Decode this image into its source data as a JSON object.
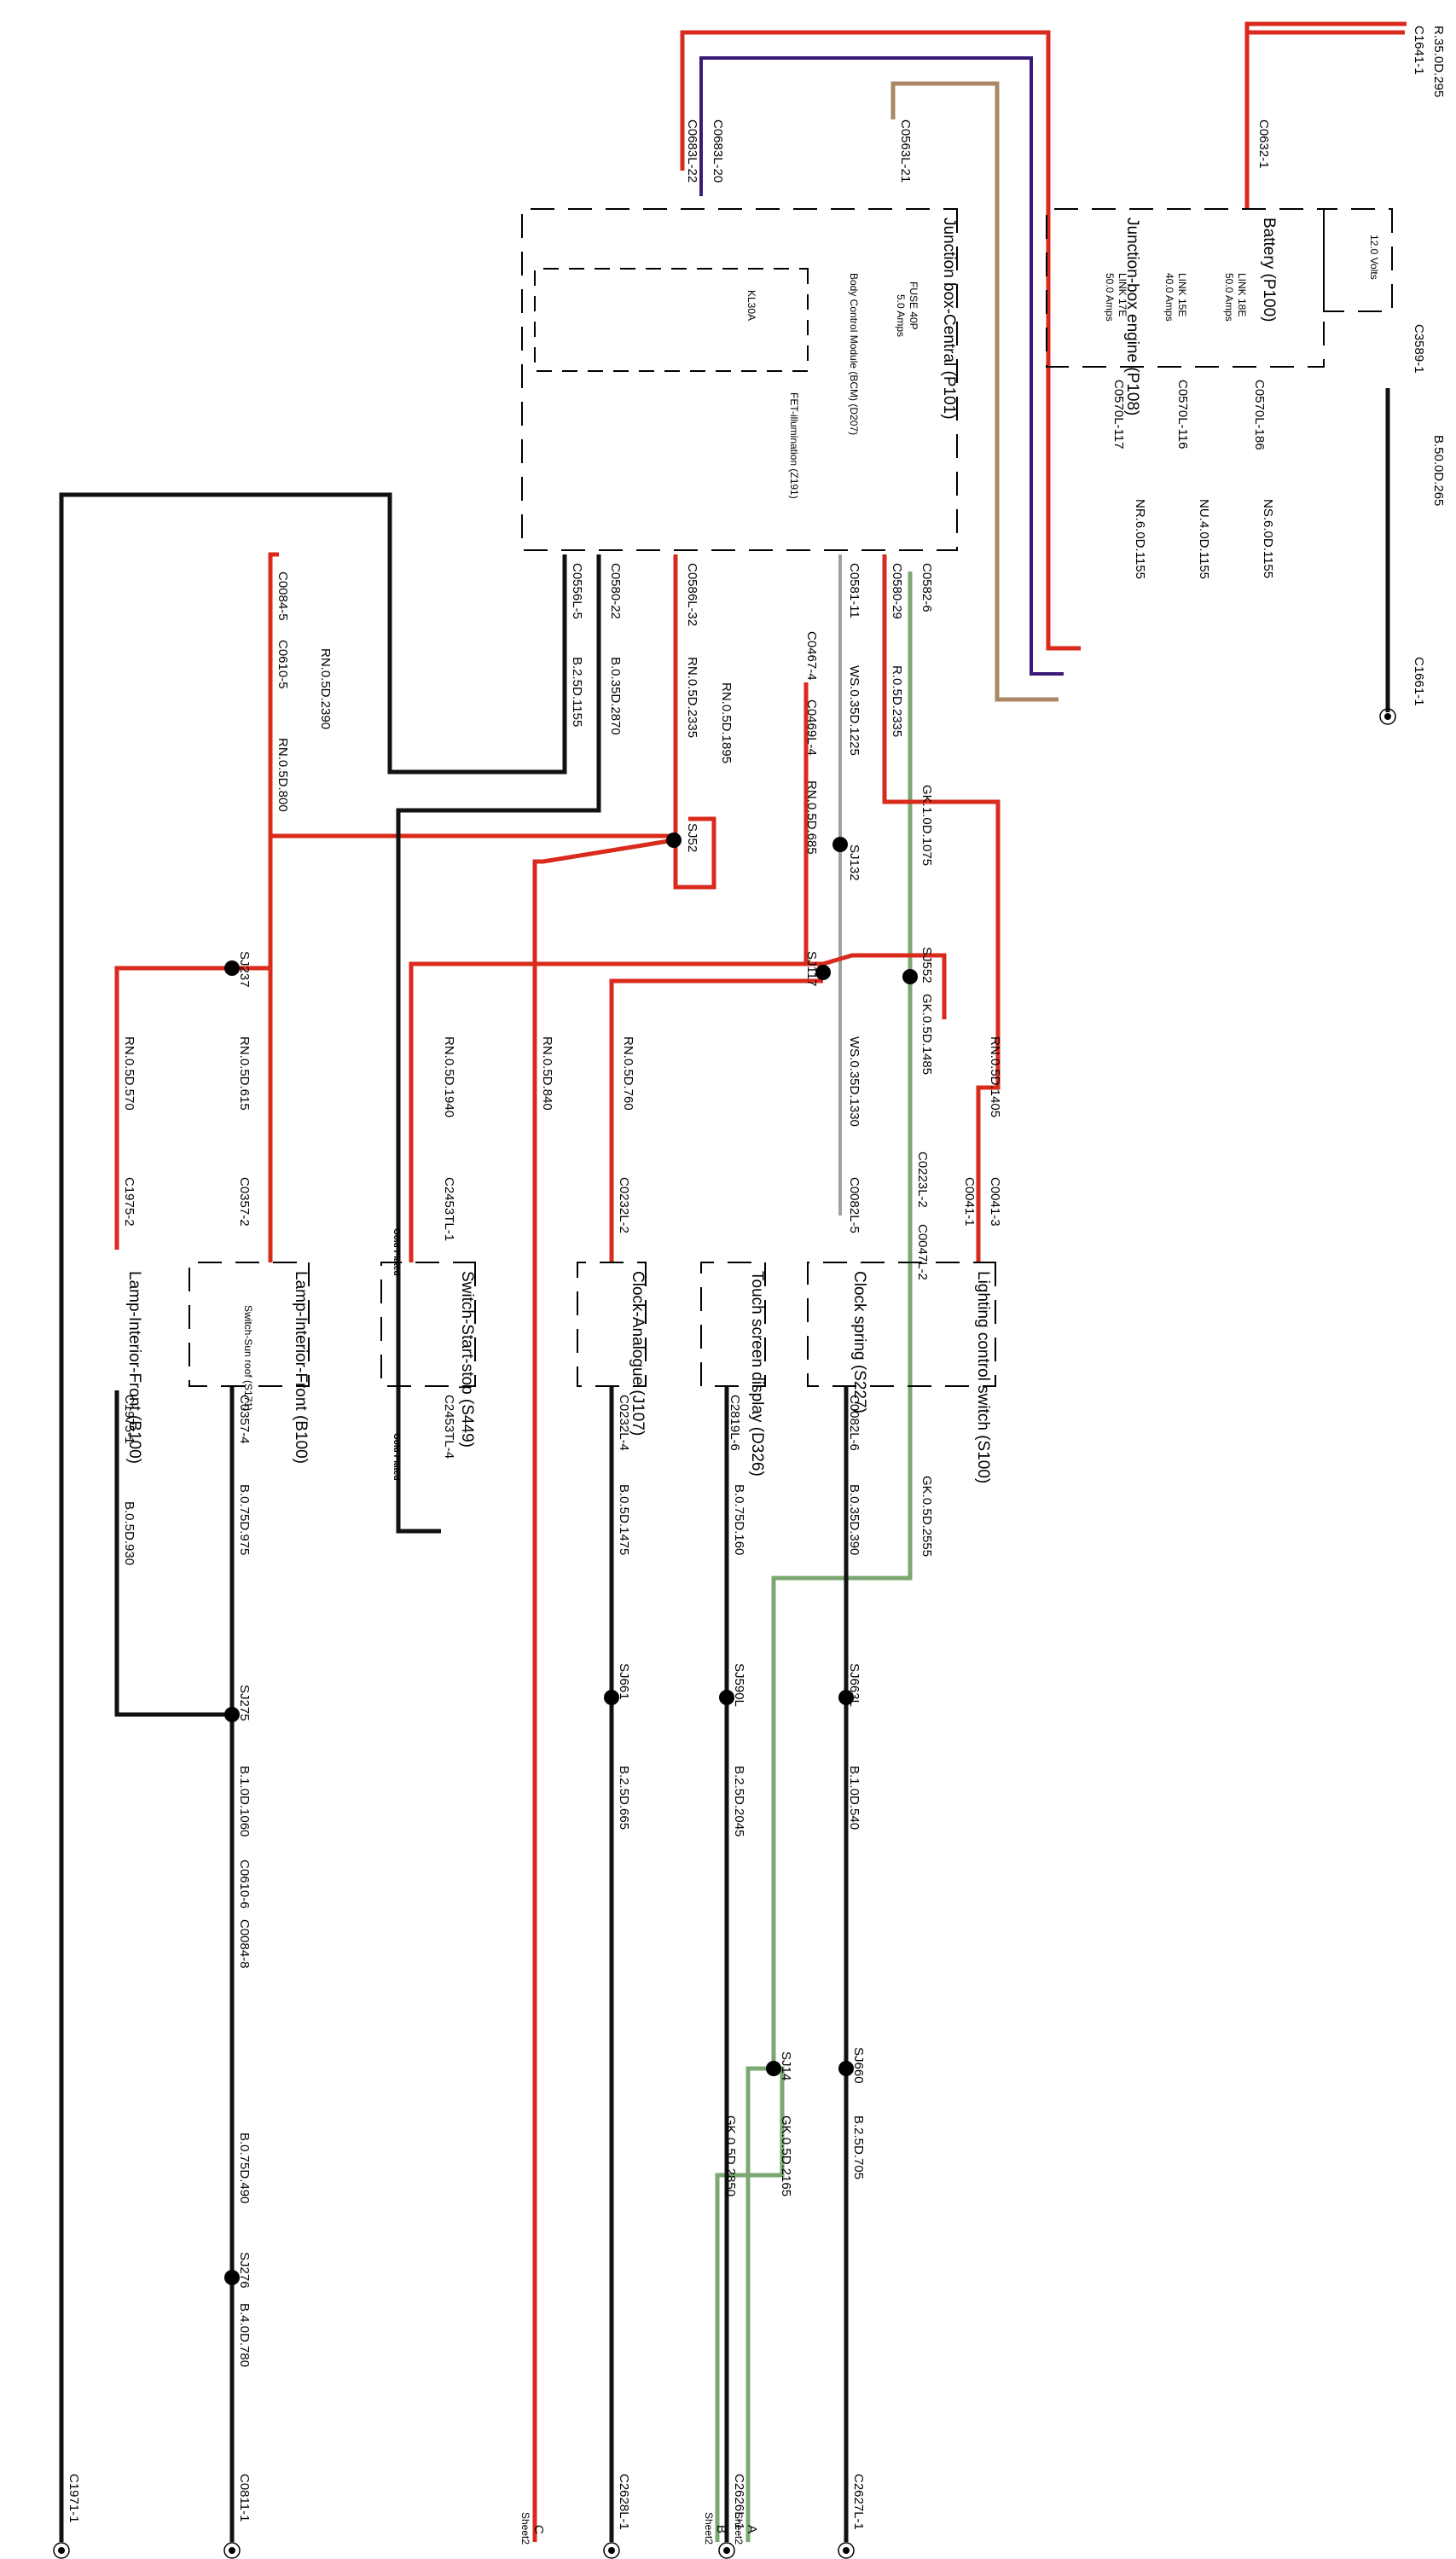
{
  "components": {
    "battery": "Battery (P100)",
    "battery_volts": "12.0 Volts",
    "jb_engine": "Junction-box engine (P108)",
    "link_18e": "LINK 18E",
    "link_18e_amps": "50.0 Amps",
    "link_15e": "LINK 15E",
    "link_15e_amps": "40.0 Amps",
    "link_17e": "LINK 17E",
    "link_17e_amps": "50.0 Amps",
    "jb_central": "Junction box-Central (P101)",
    "fuse_40p": "FUSE 40P",
    "fuse_40p_amps": "5.0 Amps",
    "bcm": "Body Control Module (BCM) (D207)",
    "kl30a": "KL30A",
    "fet": "FET-illumination (Z191)",
    "lighting_switch": "Lighting control switch (S100)",
    "clock_spring": "Clock spring (S227)",
    "touch_display": "Touch screen display (D326)",
    "clock_analogue": "Clock-Analogue (J107)",
    "switch_start": "Switch-Start-stop (S449)",
    "gold_plated": "Gold Plated",
    "lamp_front_a": "Lamp-Interior-Front (B100)",
    "lamp_front_b": "Lamp-Interior-Front (B100)",
    "sunroof_switch": "Switch-Sun roof (S171)"
  },
  "connectors": {
    "c1641_1": "C1641-1",
    "c3589_1": "C3589-1",
    "c1661_1": "C1661-1",
    "c0632_1": "C0632-1",
    "c0570l_186": "C0570L-186",
    "c0570l_116": "C0570L-116",
    "c0570l_117": "C0570L-117",
    "c0683l_22": "C0683L-22",
    "c0683l_20": "C0683L-20",
    "c0563l_21": "C0563L-21",
    "c0582_6": "C0582-6",
    "c0580_29": "C0580-29",
    "c0581_11": "C0581-11",
    "c0586l_32": "C0586L-32",
    "c0580_22": "C0580-22",
    "c0556l_5": "C0556L-5",
    "c0467_4": "C0467-4",
    "c0469l_4": "C0469L-4",
    "c0084_5": "C0084-5",
    "c0610_5": "C0610-5",
    "c0223l_2": "C0223L-2",
    "c0047l_2": "C0047L-2",
    "c0041_3": "C0041-3",
    "c0041_1": "C0041-1",
    "c0082l_5": "C0082L-5",
    "c0082l_6": "C0082L-6",
    "c2819l_6": "C2819L-6",
    "c0232l_2": "C0232L-2",
    "c0232l_4": "C0232L-4",
    "c2453tl_1": "C2453TL-1",
    "c2453tl_4": "C2453TL-4",
    "c0357_2": "C0357-2",
    "c0357_4": "C0357-4",
    "c1975_2": "C1975-2",
    "c1975_1": "C1975-1",
    "c0610_6": "C0610-6",
    "c0084_8": "C0084-8",
    "c2627l_1": "C2627L-1",
    "c2626l_1": "C2626L-1",
    "c2628l_1": "C2628L-1",
    "c0811_1": "C0811-1",
    "c1971_1": "C1971-1"
  },
  "wires": {
    "r35_295": "R.35.0D.295",
    "b50_265": "B.50.0D.265",
    "ns6_1155": "NS.6.0D.1155",
    "nu4_1155": "NU.4.0D.1155",
    "nr6_1155": "NR.6.0D.1155",
    "gk1_1075": "GK.1.0D.1075",
    "r035_2335": "R.0.5D.2335",
    "ws035_1225": "WS.0.35D.1225",
    "rn05_2335": "RN.0.5D.2335",
    "b035_2870": "B.0.35D.2870",
    "b2_1155": "B.2.5D.1155",
    "rn05_2390": "RN.0.5D.2390",
    "rn05_1895": "RN.0.5D.1895",
    "rn05_685": "RN.0.5D.685",
    "rn05_800": "RN.0.5D.800",
    "gk05_1485": "GK.0.5D.1485",
    "rn05_1405": "RN.0.5D.1405",
    "ws035_1330": "WS.0.35D.1330",
    "rn05_760": "RN.0.5D.760",
    "rn05_840": "RN.0.5D.840",
    "rn05_1940": "RN.0.5D.1940",
    "rn05_615": "RN.0.5D.615",
    "rn05_570": "RN.0.5D.570",
    "gk05_2555": "GK.0.5D.2555",
    "b035_390": "B.0.35D.390",
    "b075_160": "B.0.75D.160",
    "b05_1475": "B.0.5D.1475",
    "b075_975": "B.0.75D.975",
    "b05_930": "B.0.5D.930",
    "b1_540": "B.1.0D.540",
    "b2_2045": "B.2.5D.2045",
    "b2_665": "B.2.5D.665",
    "b1_1060": "B.1.0D.1060",
    "gk05_2165": "GK.0.5D.2165",
    "gk05_2850": "GK.0.5D.2850",
    "b2_705": "B.2.5D.705",
    "b075_490": "B.0.75D.490",
    "b4_780": "B.4.0D.780"
  },
  "splices": {
    "sj52": "SJ52",
    "sj132": "SJ132",
    "sj117": "SJ117",
    "sj237": "SJ237",
    "sj552": "SJ552",
    "sj275": "SJ275",
    "sj661": "SJ661",
    "sj590l": "SJ590L",
    "sj663l": "SJ663L",
    "sj660": "SJ660",
    "sj14": "SJ14",
    "sj276": "SJ276"
  },
  "sheet_refs": {
    "a": "A",
    "b": "B",
    "c": "C",
    "sheet": "Sheet2"
  }
}
